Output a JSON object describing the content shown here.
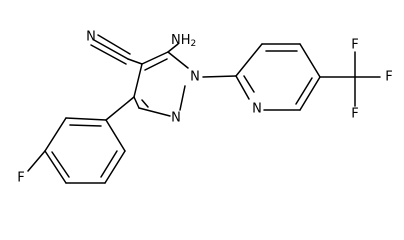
{
  "atoms": {
    "nitrile_n": "N",
    "amino": "NH",
    "amino_subscript": "2",
    "pyrazole_n1": "N",
    "pyrazole_n2": "N",
    "pyridine_n": "N",
    "aryl_f": "F",
    "cf3_f_top": "F",
    "cf3_f_right": "F",
    "cf3_f_bottom": "F"
  },
  "colors": {
    "bond": "#000000",
    "label": "#000000",
    "background": "#ffffff"
  }
}
